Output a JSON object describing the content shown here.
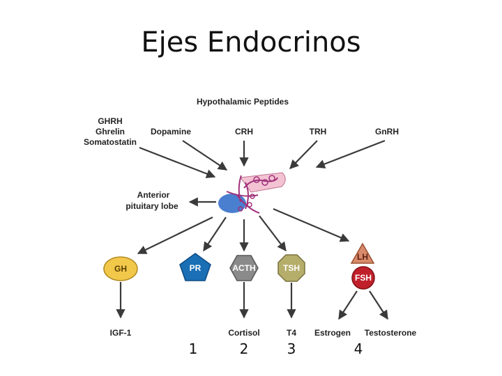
{
  "slide": {
    "title": "Ejes Endocrinos"
  },
  "diagram": {
    "header": "Hypothalamic Peptides",
    "inputs": {
      "ghrh_group": [
        "GHRH",
        "Ghrelin",
        "Somatostatin"
      ],
      "dopamine": "Dopamine",
      "crh": "CRH",
      "trh": "TRH",
      "gnrh": "GnRH"
    },
    "pituitary_label": [
      "Anterior",
      "pituitary lobe"
    ],
    "hormones": {
      "gh": "GH",
      "pr": "PR",
      "acth": "ACTH",
      "tsh": "TSH",
      "lh": "LH",
      "fsh": "FSH"
    },
    "targets": {
      "igf1": "IGF-1",
      "cortisol": "Cortisol",
      "t4": "T4",
      "estrogen": "Estrogen",
      "testosterone": "Testosterone"
    },
    "numbers": [
      "1",
      "2",
      "3",
      "4"
    ],
    "colors": {
      "gh": "#f2c84b",
      "pr": "#1a6fb5",
      "acth": "#8a8a8a",
      "tsh": "#b5ad6a",
      "lh": "#d98a6a",
      "fsh": "#c0202a",
      "pituitary_blue": "#4a7fd0",
      "vessels": "#a0307a",
      "hypothalamus_pink": "#f3c3d3"
    }
  }
}
